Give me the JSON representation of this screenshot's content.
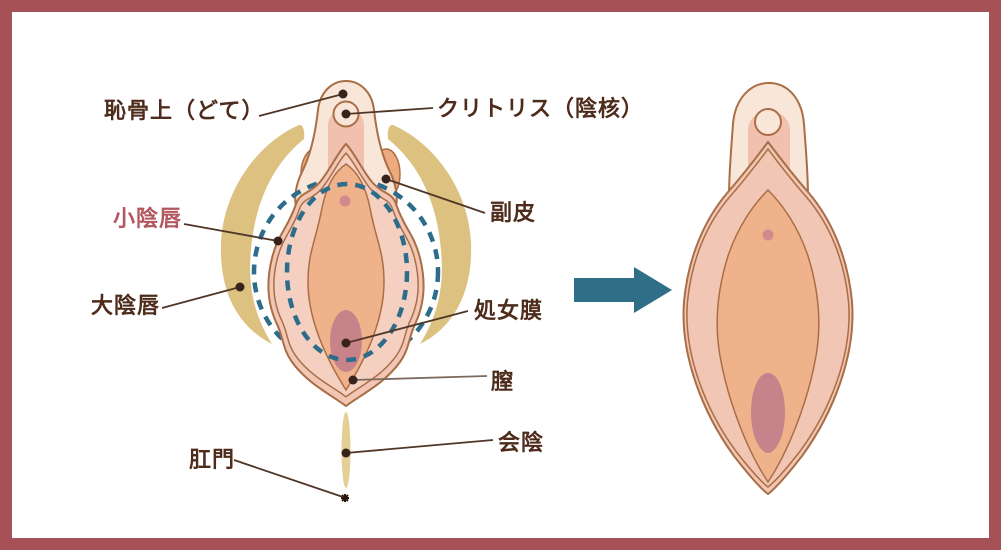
{
  "diagram": {
    "type": "anatomy-diagram",
    "labels": {
      "pubic_mound": "恥骨上（どて）",
      "clitoris": "クリトリス（陰核）",
      "accessory_hood": "副皮",
      "labia_minora": "小陰唇",
      "labia_majora": "大陰唇",
      "hymen": "処女膜",
      "vagina": "膣",
      "perineum": "会陰",
      "anus": "肛門"
    },
    "icons": {
      "arrow": "right-arrow"
    },
    "colors": {
      "frame_border": "#a65156",
      "label_text": "#4e2c1c",
      "labia_minora_label": "#b1575f",
      "dashed_outline": "#2d6d8b",
      "arrow": "#2e6e87",
      "outline_brown": "#a96e45",
      "skin_cream": "#f8e7d8",
      "skin_pink": "#f2c6b5",
      "skin_inner_pink": "#f5d0c0",
      "skin_orange": "#efb28a",
      "labia_majora_tan": "#dcc180",
      "opening_rose": "#c8838a",
      "urethra_dot": "#d18a8e",
      "perineum_tan": "#e4cf94",
      "leader_line": "#503627",
      "leader_dot": "#38231a"
    }
  }
}
